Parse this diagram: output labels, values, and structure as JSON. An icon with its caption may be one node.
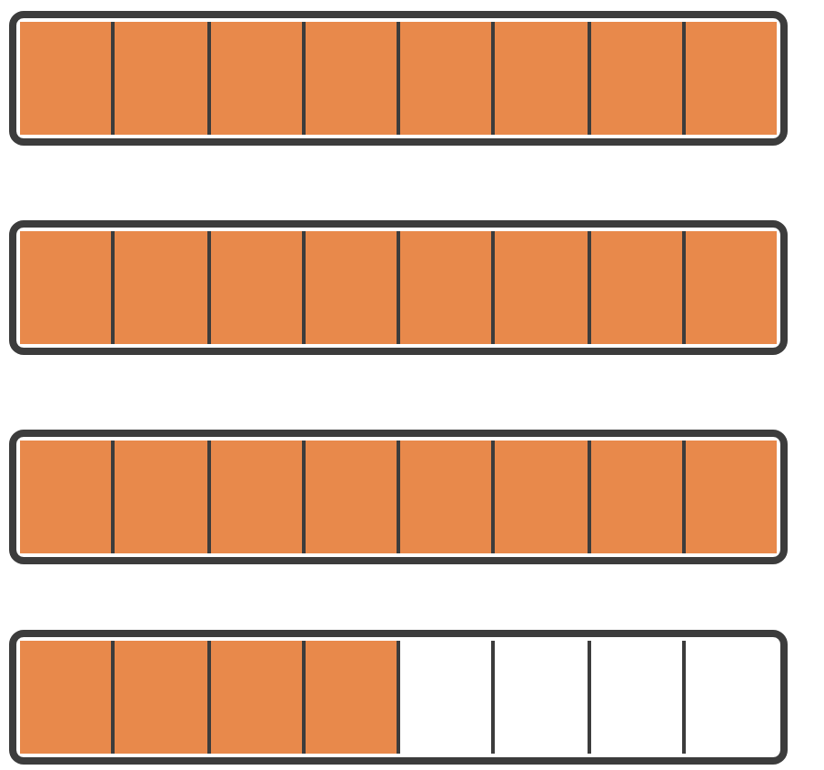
{
  "diagram": {
    "nodes": [
      {
        "text": [],
        "shape": "bar"
      },
      {
        "text": [],
        "shape": "box",
        "in": 0
      },
      {
        "text": [],
        "shape": "box",
        "in": 0
      },
      {
        "text": [],
        "shape": "box",
        "in": 0
      },
      {
        "text": [],
        "shape": "box",
        "in": 0
      },
      {
        "text": [],
        "shape": "box",
        "in": 0
      },
      {
        "text": [],
        "shape": "box",
        "in": 0
      },
      {
        "text": [],
        "shape": "box",
        "in": 0
      },
      {
        "text": [],
        "shape": "box",
        "in": 0
      },
      {
        "text": [],
        "shape": "bar"
      },
      {
        "text": [],
        "shape": "box",
        "in": 9
      },
      {
        "text": [],
        "shape": "box",
        "in": 9
      },
      {
        "text": [],
        "shape": "box",
        "in": 9
      },
      {
        "text": [],
        "shape": "box",
        "in": 9
      },
      {
        "text": [],
        "shape": "box",
        "in": 9
      },
      {
        "text": [],
        "shape": "box",
        "in": 9
      },
      {
        "text": [],
        "shape": "box",
        "in": 9
      },
      {
        "text": [],
        "shape": "box",
        "in": 9
      },
      {
        "text": [],
        "shape": "bar"
      },
      {
        "text": [],
        "shape": "box",
        "in": 18
      },
      {
        "text": [],
        "shape": "box",
        "in": 18
      },
      {
        "text": [],
        "shape": "box",
        "in": 18
      },
      {
        "text": [],
        "shape": "box",
        "in": 18
      },
      {
        "text": [],
        "shape": "box",
        "in": 18
      },
      {
        "text": [],
        "shape": "box",
        "in": 18
      },
      {
        "text": [],
        "shape": "box",
        "in": 18
      },
      {
        "text": [],
        "shape": "box",
        "in": 18
      },
      {
        "text": [],
        "shape": "bar"
      },
      {
        "text": [],
        "shape": "box",
        "in": 27
      },
      {
        "text": [],
        "shape": "box",
        "in": 27
      },
      {
        "text": [],
        "shape": "box",
        "in": 27
      },
      {
        "text": [],
        "shape": "box",
        "in": 27
      },
      {
        "text": [],
        "shape": "box",
        "in": 27
      },
      {
        "text": [],
        "shape": "box",
        "in": 27
      },
      {
        "text": [],
        "shape": "box",
        "in": 27
      },
      {
        "text": [],
        "shape": "box",
        "in": 27
      }
    ]
  }
}
